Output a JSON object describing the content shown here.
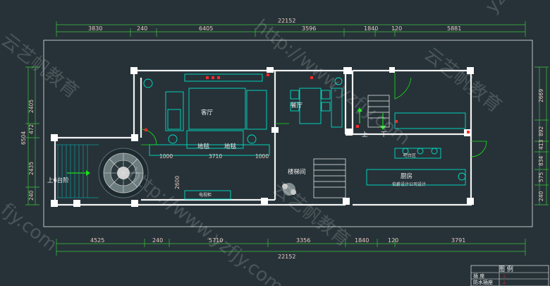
{
  "dimensions": {
    "top_total": "22152",
    "top_segments": [
      "3830",
      "240",
      "6405",
      "3596",
      "1840",
      "120",
      "5881"
    ],
    "bottom_segments": [
      "4525",
      "240",
      "5710",
      "3356",
      "1840",
      "120",
      "3791"
    ],
    "bottom_total": "22152",
    "left_segments": [
      "2405",
      "472",
      "6504",
      "2435",
      "240"
    ],
    "right_segments": [
      "2669",
      "892",
      "413",
      "834",
      "575",
      "240"
    ],
    "inner": [
      "1000",
      "3710",
      "1000",
      "2600"
    ]
  },
  "rooms": {
    "living": "客厅",
    "dining": "餐厅",
    "kitchen": "厨房",
    "stair_room": "楼梯间",
    "carpet_left": "地毯",
    "carpet_right": "地毯",
    "up_terrace": "上6台阶",
    "stair_up": "上",
    "stair_down": "下",
    "tv_cabinet": "电视柜",
    "counter": "吧台区",
    "company": "伯爵设计公司设计"
  },
  "watermarks": [
    "http://www.yzfjy.com",
    "云艺帆教育",
    "yzfjy",
    "fjy.com"
  ],
  "legend": {
    "title": "图 例",
    "rows": [
      {
        "label": "插    座",
        "mark": "⊥"
      },
      {
        "label": "防水插座",
        "mark": "⊥"
      }
    ]
  },
  "colors": {
    "background": "#263238",
    "wall": "#ffffff",
    "dim": "#e7c9c3",
    "furniture": "#00e0c8",
    "arrow": "#19e019",
    "socket": "#ff2a2a"
  }
}
